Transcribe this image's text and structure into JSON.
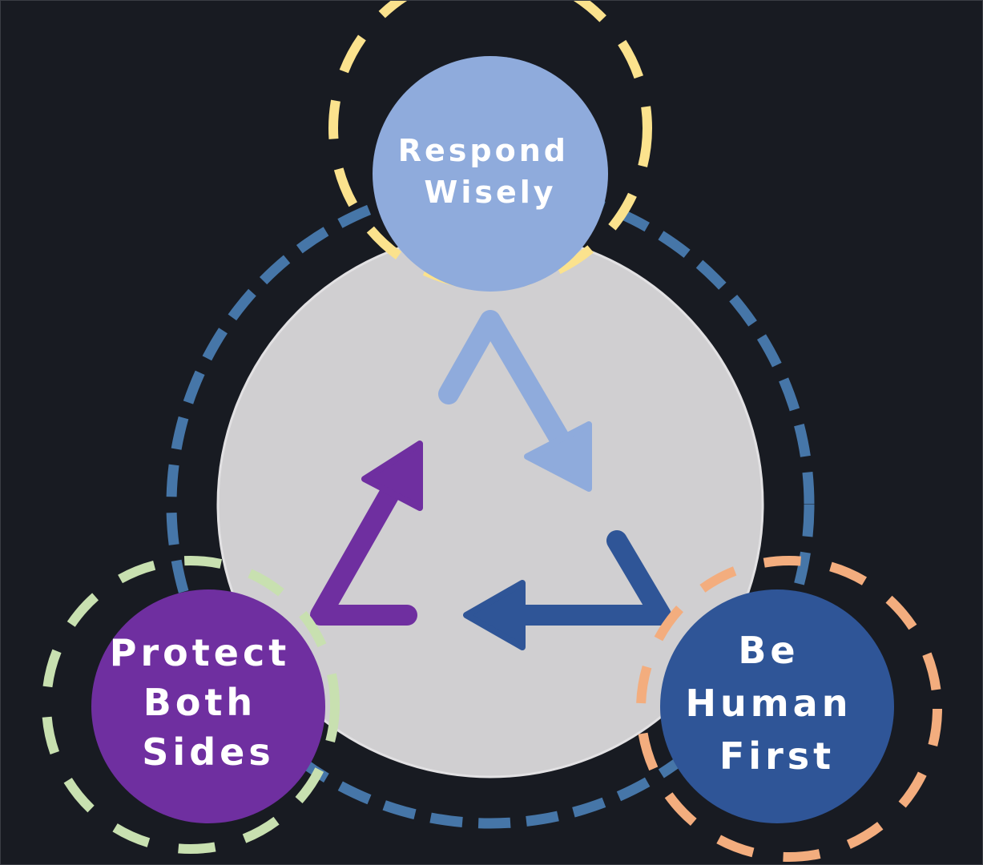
{
  "nodes": {
    "respond": {
      "lines": [
        "Respond",
        "Wisely"
      ],
      "fill": "#8fabdc",
      "ring_color": "#fbe28d"
    },
    "protect": {
      "lines": [
        "Protect",
        "Both",
        "Sides"
      ],
      "fill": "#6f2fa0",
      "ring_color": "#c8e0b0"
    },
    "human": {
      "lines": [
        "Be",
        "Human",
        "First"
      ],
      "fill": "#2f5597",
      "ring_color": "#f3ad7e"
    }
  },
  "center_disc_color": "#d0cfd1",
  "outer_ring_color": "#4676a8",
  "background_color": "#181b22",
  "cycle_arrows": [
    {
      "name": "arrow-respond-to-human",
      "color": "#8fabdc"
    },
    {
      "name": "arrow-human-to-protect",
      "color": "#2f5597"
    },
    {
      "name": "arrow-protect-to-respond",
      "color": "#6f2fa0"
    }
  ]
}
